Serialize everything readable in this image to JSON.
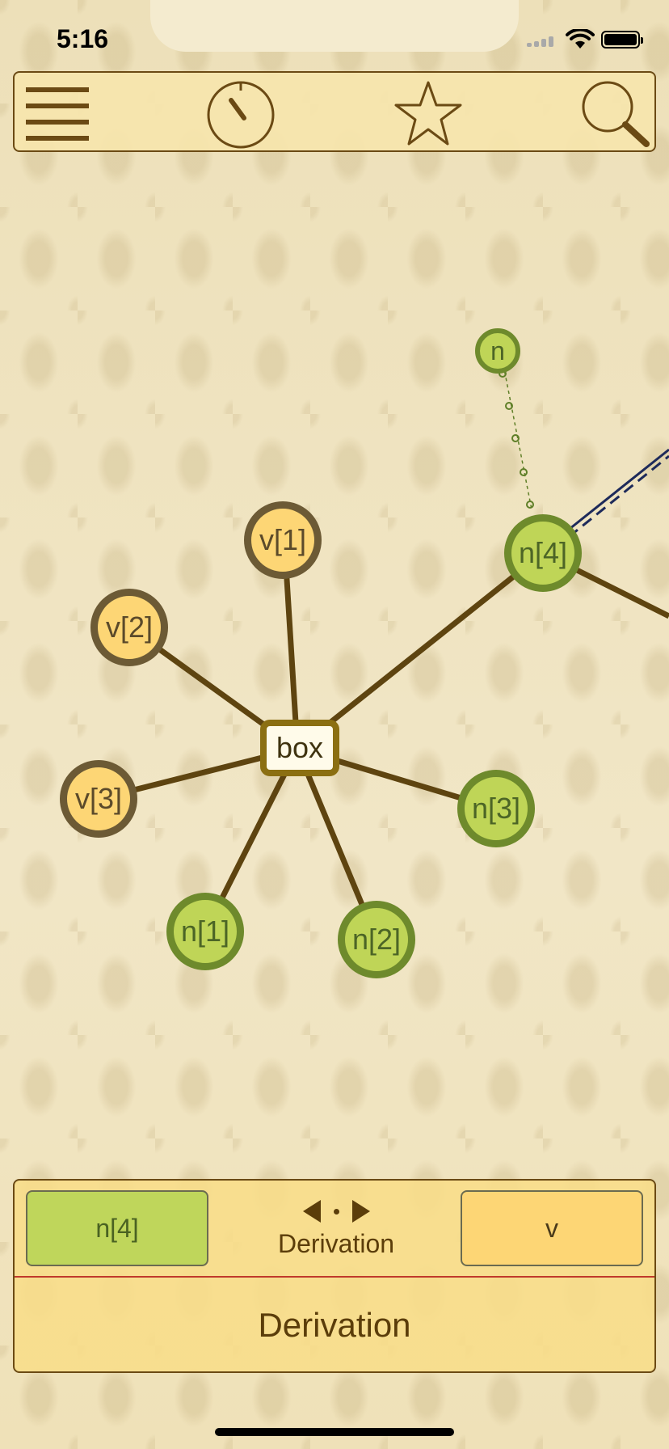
{
  "status_bar": {
    "time": "5:16"
  },
  "toolbar": {
    "items": [
      {
        "name": "menu-icon"
      },
      {
        "name": "timer-icon"
      },
      {
        "name": "star-icon"
      },
      {
        "name": "search-icon"
      }
    ]
  },
  "graph": {
    "center": {
      "label": "box",
      "type": "box"
    },
    "nodes": [
      {
        "id": "v1",
        "label": "v[1]",
        "kind": "v"
      },
      {
        "id": "v2",
        "label": "v[2]",
        "kind": "v"
      },
      {
        "id": "v3",
        "label": "v[3]",
        "kind": "v"
      },
      {
        "id": "n1",
        "label": "n[1]",
        "kind": "n"
      },
      {
        "id": "n2",
        "label": "n[2]",
        "kind": "n"
      },
      {
        "id": "n3",
        "label": "n[3]",
        "kind": "n"
      },
      {
        "id": "n4",
        "label": "n[4]",
        "kind": "n"
      },
      {
        "id": "n",
        "label": "n",
        "kind": "n"
      }
    ]
  },
  "bottom_panel": {
    "left_chip": "n[4]",
    "right_chip": "v",
    "nav_label": "Derivation",
    "bottom_label": "Derivation"
  },
  "colors": {
    "v_fill": "#fdd675",
    "n_fill": "#bfd557",
    "edge": "#5e4410",
    "accent": "#5b3d0a"
  }
}
